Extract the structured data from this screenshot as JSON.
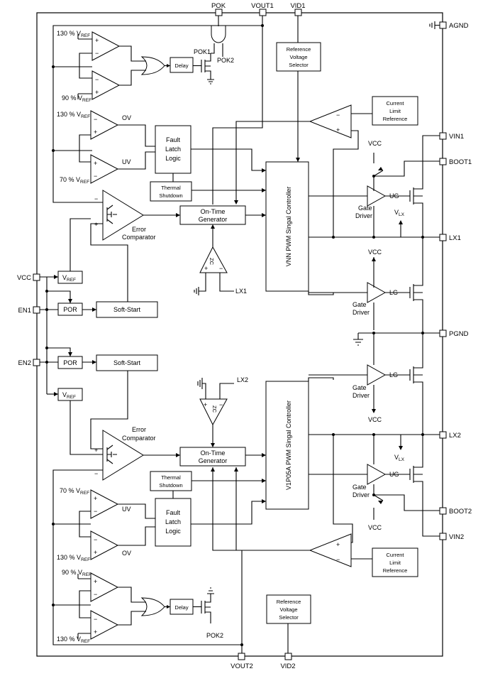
{
  "pins": {
    "pok": "POK",
    "vout1": "VOUT1",
    "vid1": "VID1",
    "agnd": "AGND",
    "vin1": "VIN1",
    "boot1": "BOOT1",
    "lx1": "LX1",
    "pgnd": "PGND",
    "lx2": "LX2",
    "boot2": "BOOT2",
    "vin2": "VIN2",
    "vout2": "VOUT2",
    "vid2": "VID2",
    "vcc": "VCC",
    "en1": "EN1",
    "en2": "EN2"
  },
  "top": {
    "vref": "V",
    "vref_sub": "REF",
    "pct_130": "130 %",
    "pct_90": "90 %",
    "pct_70": "70 %",
    "delay": "Delay",
    "pok1": "POK1",
    "pok2": "POK2",
    "ref_selector": [
      "Reference",
      "Voltage",
      "Selector"
    ],
    "current_limit": [
      "Current",
      "Limit",
      "Reference"
    ],
    "ov": "OV",
    "uv": "UV",
    "fault_logic": [
      "Fault",
      "Latch",
      "Logic"
    ],
    "thermal": [
      "Thermal",
      "Shutdown"
    ],
    "error_comp": [
      "Error",
      "Comparator"
    ],
    "ontime": [
      "On-Time",
      "Generator"
    ],
    "zc": "ZC",
    "lx": "LX1",
    "controller": "VNN PWM Singal Controller",
    "ug": "UG",
    "lg": "LG",
    "gate_driver": [
      "Gate",
      "Driver"
    ],
    "vcc": "VCC",
    "vlx": "V",
    "vlx_sub": "LX"
  },
  "middle": {
    "vref": "V",
    "vref_sub": "REF",
    "por": "POR",
    "softstart": "Soft-Start"
  },
  "bottom": {
    "vref": "V",
    "vref_sub": "REF",
    "pct_130": "130 %",
    "pct_90": "90 %",
    "pct_70": "70 %",
    "delay": "Delay",
    "pok2": "POK2",
    "ref_selector": [
      "Reference",
      "Voltage",
      "Selector"
    ],
    "current_limit": [
      "Current",
      "Limit",
      "Reference"
    ],
    "ov": "OV",
    "uv": "UV",
    "fault_logic": [
      "Fault",
      "Latch",
      "Logic"
    ],
    "thermal": [
      "Thermal",
      "Shutdown"
    ],
    "error_comp": [
      "Error",
      "Comparator"
    ],
    "ontime": [
      "On-Time",
      "Generator"
    ],
    "zc": "ZC",
    "lx": "LX2",
    "controller": "V1P05A PWM Singal Controller",
    "ug": "UG",
    "lg": "LG",
    "gate_driver": [
      "Gate",
      "Driver"
    ],
    "vcc": "VCC",
    "vlx": "V",
    "vlx_sub": "LX"
  }
}
